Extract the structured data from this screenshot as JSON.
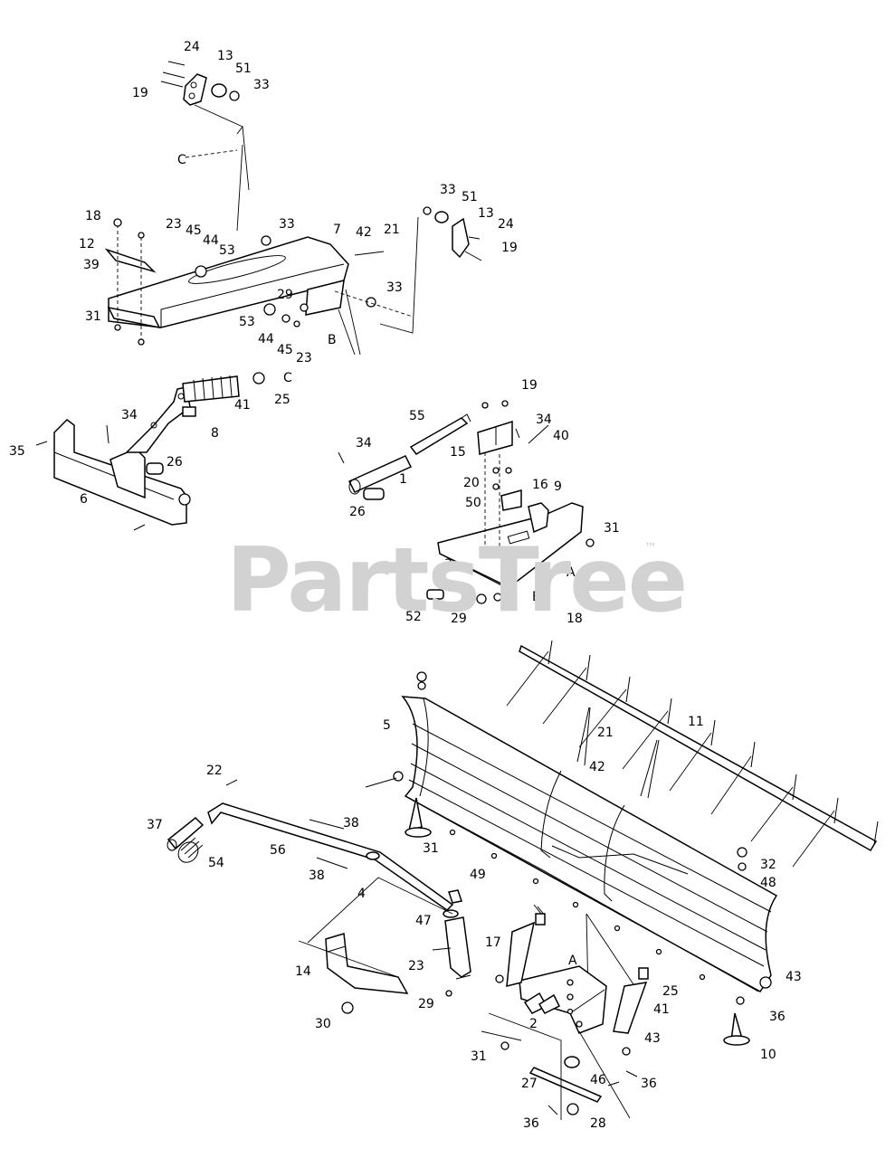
{
  "watermark": {
    "text": "PartsTree",
    "trademark": "™"
  },
  "callouts": {
    "upper_bracket_left": [
      "24",
      "13",
      "51",
      "33",
      "19"
    ],
    "label_c_upper": "C",
    "upper_bracket_right": [
      "33",
      "51",
      "13",
      "24",
      "19"
    ],
    "frame_left": [
      "18",
      "12",
      "39",
      "31"
    ],
    "frame_arm": [
      "23",
      "45",
      "44",
      "53",
      "33",
      "7",
      "42",
      "21",
      "33",
      "29",
      "53",
      "44",
      "45",
      "23"
    ],
    "label_b_upper": "B",
    "lift_assembly": [
      "34",
      "35",
      "6",
      "26",
      "8",
      "41",
      "25"
    ],
    "label_c_lift": "C",
    "pivot_plate": [
      "55",
      "19",
      "34",
      "40",
      "15",
      "34",
      "1",
      "20",
      "50",
      "16",
      "9",
      "26",
      "31",
      "3",
      "A",
      "52",
      "29",
      "B"
    ],
    "blade": [
      "18",
      "5",
      "21",
      "11",
      "42",
      "31",
      "32",
      "48",
      "43",
      "36",
      "10"
    ],
    "lever": [
      "22",
      "37",
      "54",
      "56",
      "38",
      "38",
      "4",
      "49",
      "47",
      "17",
      "23",
      "29",
      "14",
      "30"
    ],
    "lower_bracket": [
      "A",
      "25",
      "41",
      "2",
      "43",
      "31",
      "27",
      "46",
      "36",
      "36",
      "28"
    ]
  }
}
